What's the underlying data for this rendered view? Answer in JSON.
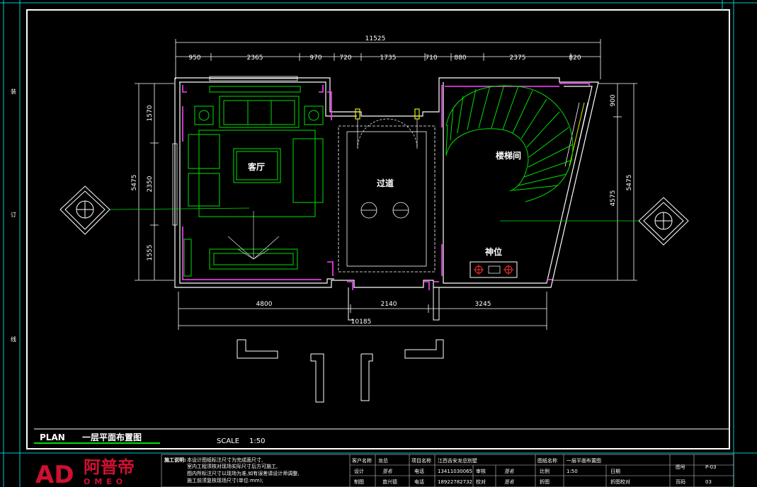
{
  "side_labels": [
    "装",
    "订",
    "线"
  ],
  "overall": {
    "top": "11525",
    "bottom": "10185",
    "right": "5475",
    "left": "5475"
  },
  "dims_top": [
    "950",
    "2365",
    "970",
    "720",
    "1735",
    "710",
    "880",
    "2375",
    "820"
  ],
  "dims_bottom": [
    "4800",
    "2140",
    "3245"
  ],
  "dims_left": [
    "1570",
    "2350",
    "1555"
  ],
  "dims_right": [
    "900",
    "4575"
  ],
  "rooms": {
    "living": "客厅",
    "corridor": "过道",
    "stair": "楼梯间",
    "shrine": "神位"
  },
  "plan": {
    "label": "PLAN",
    "title": "一层平面布置图",
    "scale_label": "SCALE",
    "scale_value": "1:50"
  },
  "logo": {
    "mark": "AD",
    "cn": "阿普帝",
    "en": "OMEO"
  },
  "titleblock": {
    "notes_label": "施工说明:",
    "notes": [
      "本设计图纸标注尺寸为完成面尺寸,",
      "室内工程须核对现场实际尺寸后方可施工,",
      "图内所标注尺寸以现场为准,如有误差请设计师调整,",
      "施工前须复核现场尺寸(单位:mm);"
    ],
    "customer_label": "客户名称",
    "customer_value": "龙总",
    "project_label": "项目名称",
    "project_value": "江西吉安龙总别墅",
    "drawing_label": "图纸名称",
    "drawing_value": "一层平面布置图",
    "sheet_label": "图号",
    "sheet_value": "P-03",
    "design_label": "设计",
    "design_sign": "签名",
    "phone_label": "电话",
    "phone1": "13411030065",
    "review_label": "审核",
    "review_sign": "签名",
    "scale_label": "比例",
    "scale_value": "1:50",
    "date_label": "日期",
    "draw_label": "制图",
    "draw_name": "曾兴德",
    "phone2": "18922782732",
    "check_label": "校对",
    "check_sign": "签名",
    "revise_label": "折图",
    "status": "折图校对",
    "page_label": "页码",
    "page_value": "03"
  }
}
